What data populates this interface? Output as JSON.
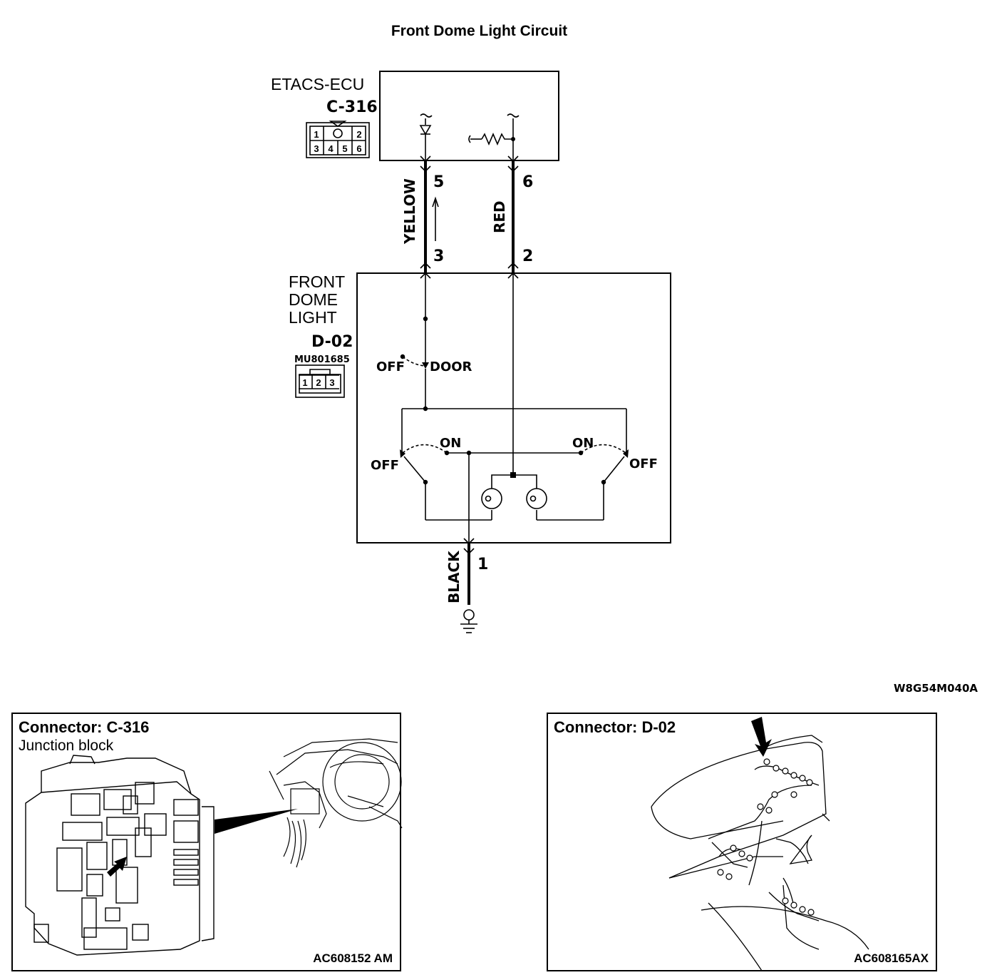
{
  "title": "Front Dome Light Circuit",
  "figure_ref": "W8G54M040A",
  "ecu": {
    "name": "ETACS-ECU",
    "connector": "C-316",
    "pins": [
      "1",
      "2",
      "3",
      "4",
      "5",
      "6"
    ]
  },
  "dome_light": {
    "name_lines": [
      "FRONT",
      "DOME",
      "LIGHT"
    ],
    "connector": "D-02",
    "part_no": "MU801685",
    "pins": [
      "1",
      "2",
      "3"
    ]
  },
  "wires": [
    {
      "color": "YELLOW",
      "from_pin": "5",
      "to_pin": "3"
    },
    {
      "color": "RED",
      "from_pin": "6",
      "to_pin": "2"
    },
    {
      "color": "BLACK",
      "pin": "1"
    }
  ],
  "switch_labels": {
    "door_off": "OFF",
    "door_door": "DOOR",
    "left_off": "OFF",
    "left_on": "ON",
    "right_on": "ON",
    "right_off": "OFF"
  },
  "panels": [
    {
      "title": "Connector: C-316",
      "subtitle": "Junction block",
      "code": "AC608152 AM"
    },
    {
      "title": "Connector: D-02",
      "subtitle": "",
      "code": "AC608165AX"
    }
  ]
}
